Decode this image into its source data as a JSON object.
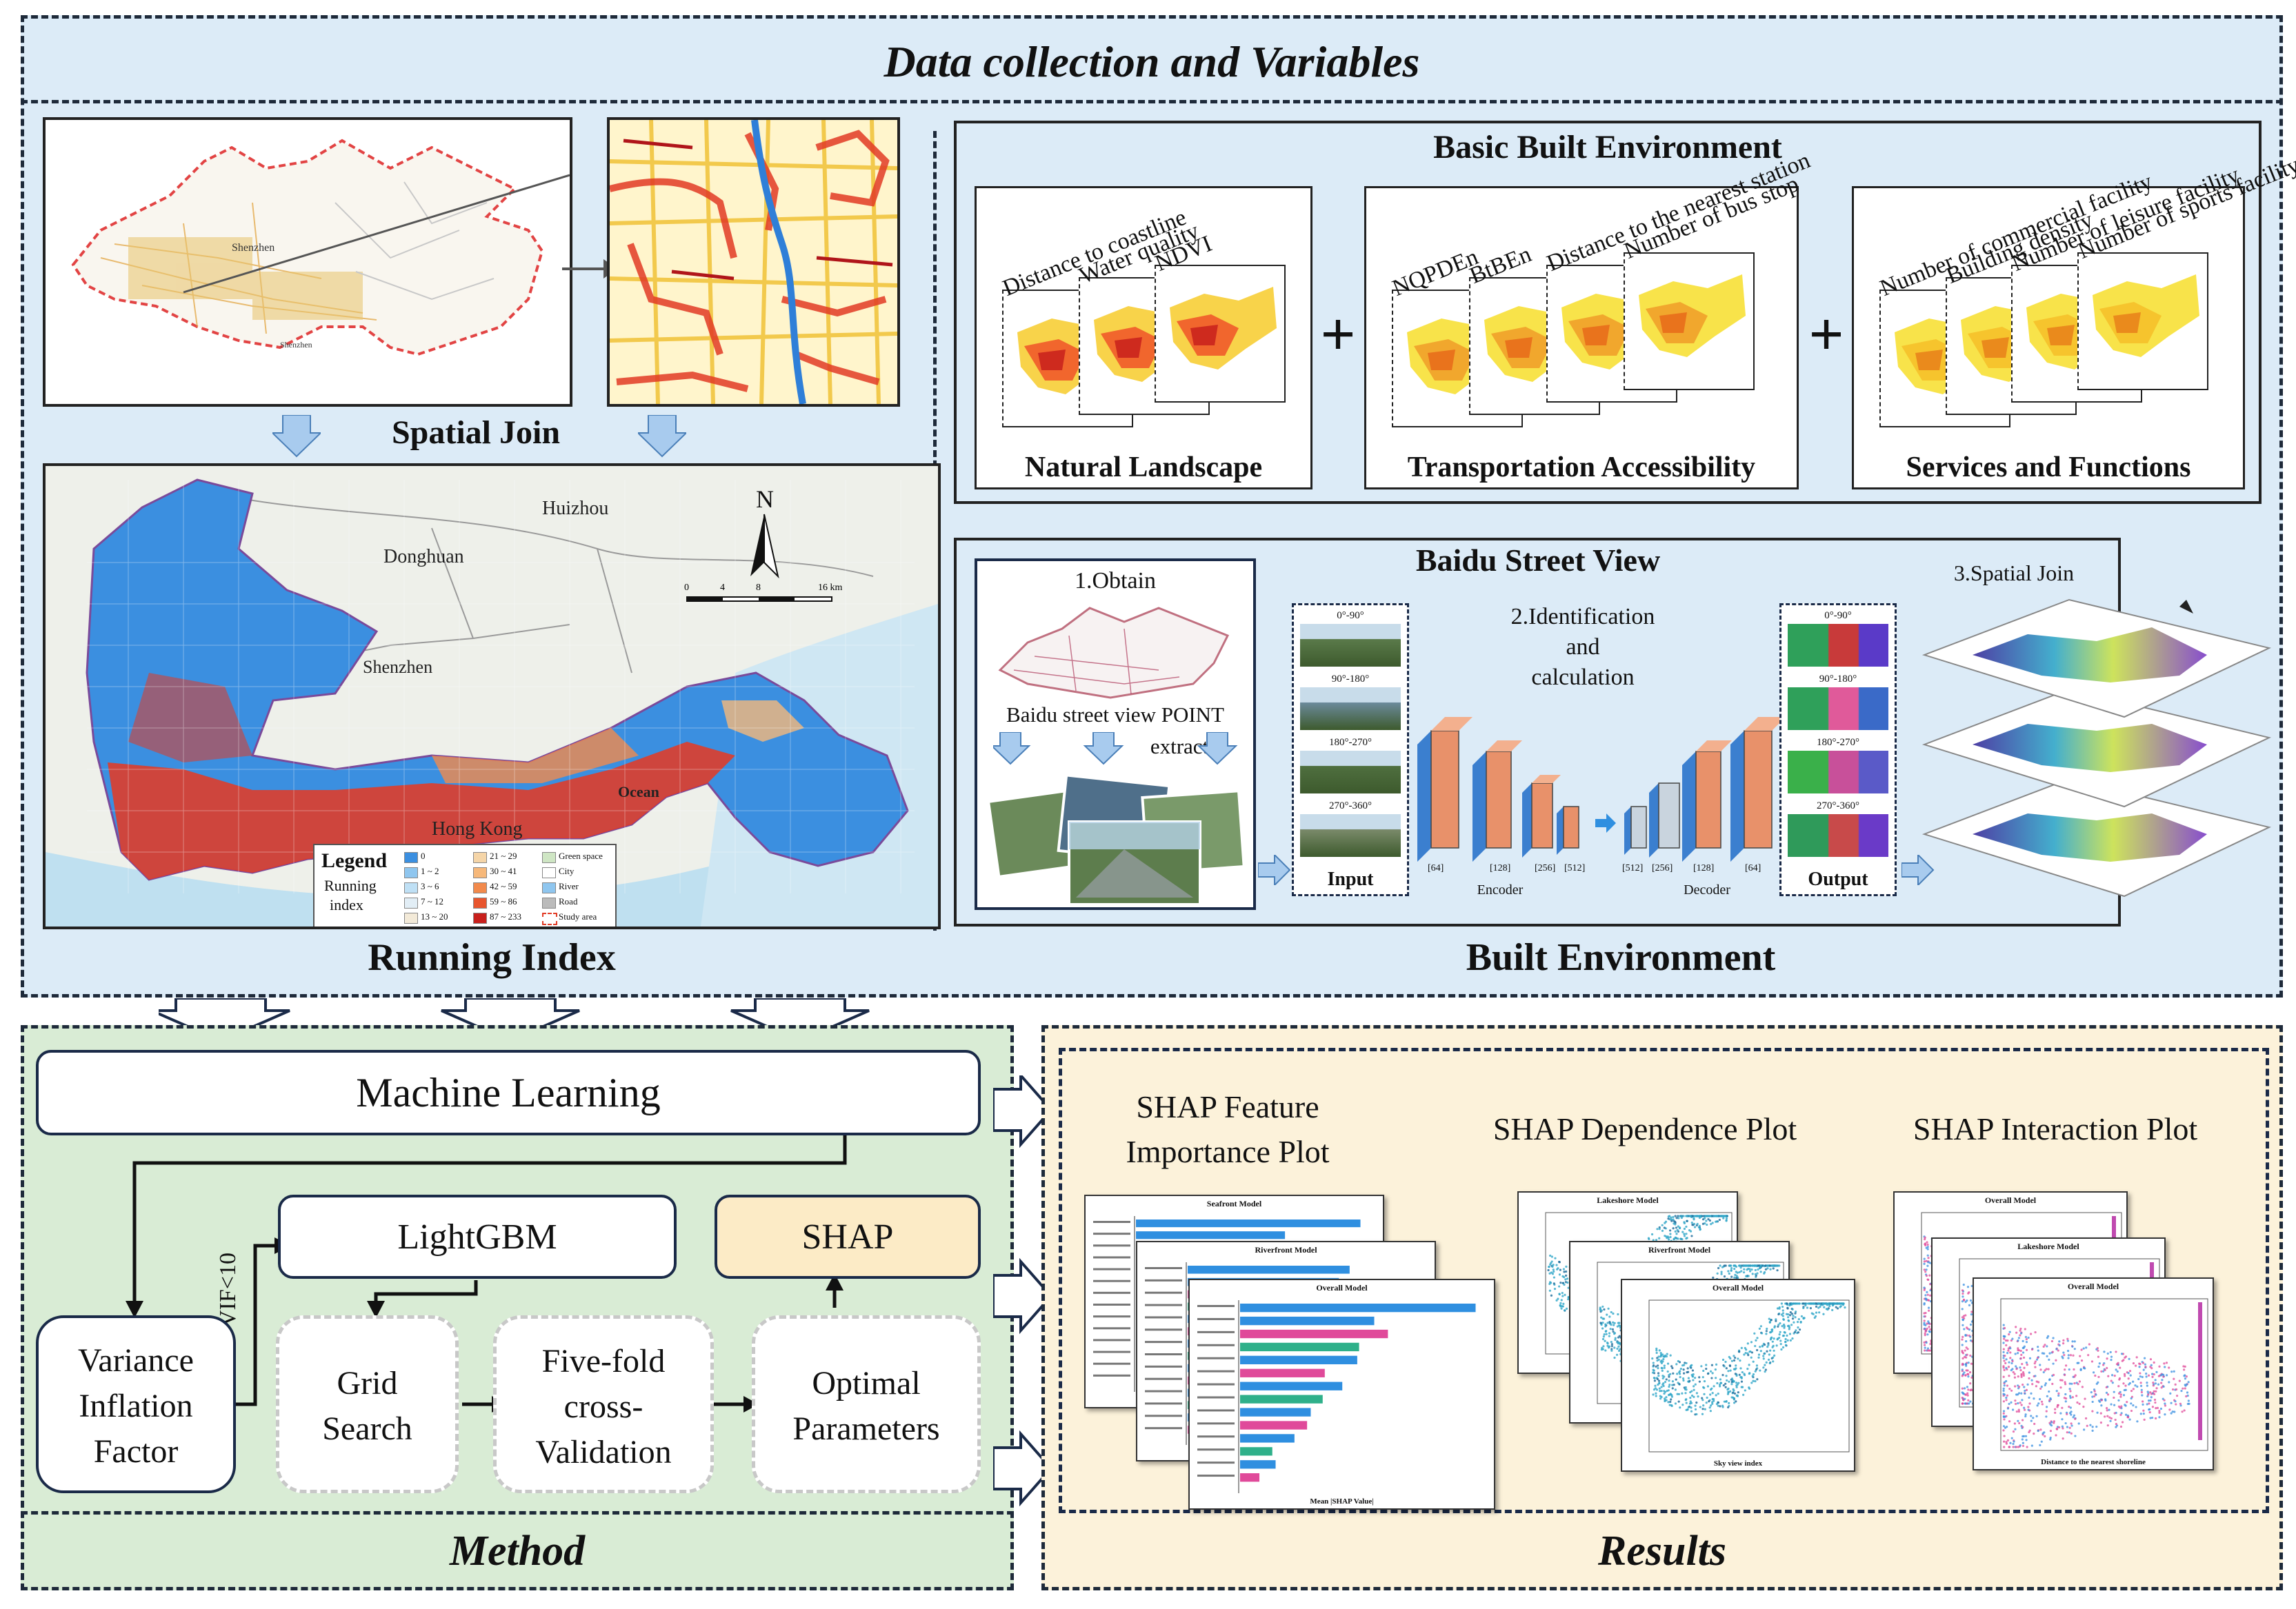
{
  "top": {
    "title": "Data collection and Variables",
    "spatial_join_label": "Spatial Join",
    "running_index_label": "Running Index",
    "built_env_label": "Built Environment"
  },
  "shenzhen_small_map": {
    "city_label": "Shenzhen",
    "city_label_small": "Shenzhen"
  },
  "running_map": {
    "labels": [
      "Huizhou",
      "Donghuan",
      "Shenzhen",
      "Hong Kong",
      "Ocean"
    ],
    "north": "N",
    "scale": [
      "0",
      "4",
      "8",
      "16 km"
    ],
    "legend_title": "Legend",
    "legend_sub": [
      "Running",
      "index"
    ],
    "legend_items": [
      "0",
      "1 ~ 2",
      "3 ~ 6",
      "7 ~ 12",
      "13 ~ 20",
      "21 ~ 29",
      "30 ~ 41",
      "42 ~ 59",
      "59 ~ 86",
      "87 ~ 233",
      "Green space",
      "City",
      "River",
      "Road",
      "Study area"
    ],
    "legend_colors": [
      "#3b8fe0",
      "#8fc6ef",
      "#bfe0f5",
      "#e2eef6",
      "#f3ead8",
      "#f5d5a8",
      "#f6b87a",
      "#f28a4c",
      "#e8552e",
      "#c8201c"
    ]
  },
  "basic_built": {
    "title": "Basic Built Environment",
    "groups": [
      {
        "label": "Natural Landscape",
        "layers": [
          "Distance to coastline",
          "Water quality",
          "NDVI"
        ]
      },
      {
        "label": "Transportation Accessibility",
        "layers": [
          "NQPDEn",
          "BtBEn",
          "Distance to the nearest station",
          "Number of bus stop"
        ]
      },
      {
        "label": "Services and Functions",
        "layers": [
          "Number of commercial facility",
          "Building density",
          "Number of leisure facility",
          "Number of sports facility"
        ]
      }
    ],
    "plus": "+"
  },
  "street_view": {
    "title": "Baidu Street View",
    "step1": "1.Obtain",
    "point_label": "Baidu street view POINT",
    "extract": "extract",
    "step2": [
      "2.Identification",
      "and",
      "calculation"
    ],
    "step3": "3.Spatial Join",
    "input_angles": [
      "0°-90°",
      "90°-180°",
      "180°-270°",
      "270°-360°"
    ],
    "input_label": "Input",
    "output_label": "Output",
    "encoder_label": "Encoder",
    "decoder_label": "Decoder",
    "encoder_dims": [
      "[64]",
      "[128]",
      "[256]",
      "[512]"
    ],
    "decoder_dims": [
      "[512]",
      "[256]",
      "[128]",
      "[64]"
    ]
  },
  "method": {
    "title": "Method",
    "ml": "Machine Learning",
    "lightgbm": "LightGBM",
    "shap": "SHAP",
    "vif": [
      "Variance",
      "Inflation",
      "Factor"
    ],
    "vif_cond": "VIF<10",
    "grid": [
      "Grid",
      "Search"
    ],
    "fivefold": [
      "Five-fold",
      "cross-",
      "Validation"
    ],
    "optimal": [
      "Optimal",
      "Parameters"
    ]
  },
  "results": {
    "title": "Results",
    "importance": [
      "SHAP Feature",
      "Importance Plot"
    ],
    "dependence": "SHAP Dependence Plot",
    "interaction": "SHAP Interaction Plot",
    "imp_models": [
      "Seafront Model",
      "Riverfront Model",
      "Overall Model"
    ],
    "dep_models": [
      "Lakeshore Model",
      "Riverfront Model",
      "Overall Model"
    ],
    "int_models": [
      "Overall Model",
      "Lakeshore Model",
      "Overall Model"
    ],
    "dep_xlabel": "Sky view index",
    "int_xlabel": "Distance to the nearest shoreline",
    "imp_xlabel": "Mean |SHAP Value|"
  },
  "colors": {
    "top_bg": "#dcebf7",
    "method_bg": "#d9ecd5",
    "results_bg": "#fcf2da",
    "shap_bg": "#fcebc6",
    "arrow_blue": "#a8cbee",
    "grid_blue": "#3b8fe0",
    "grid_red": "#e23b25"
  }
}
